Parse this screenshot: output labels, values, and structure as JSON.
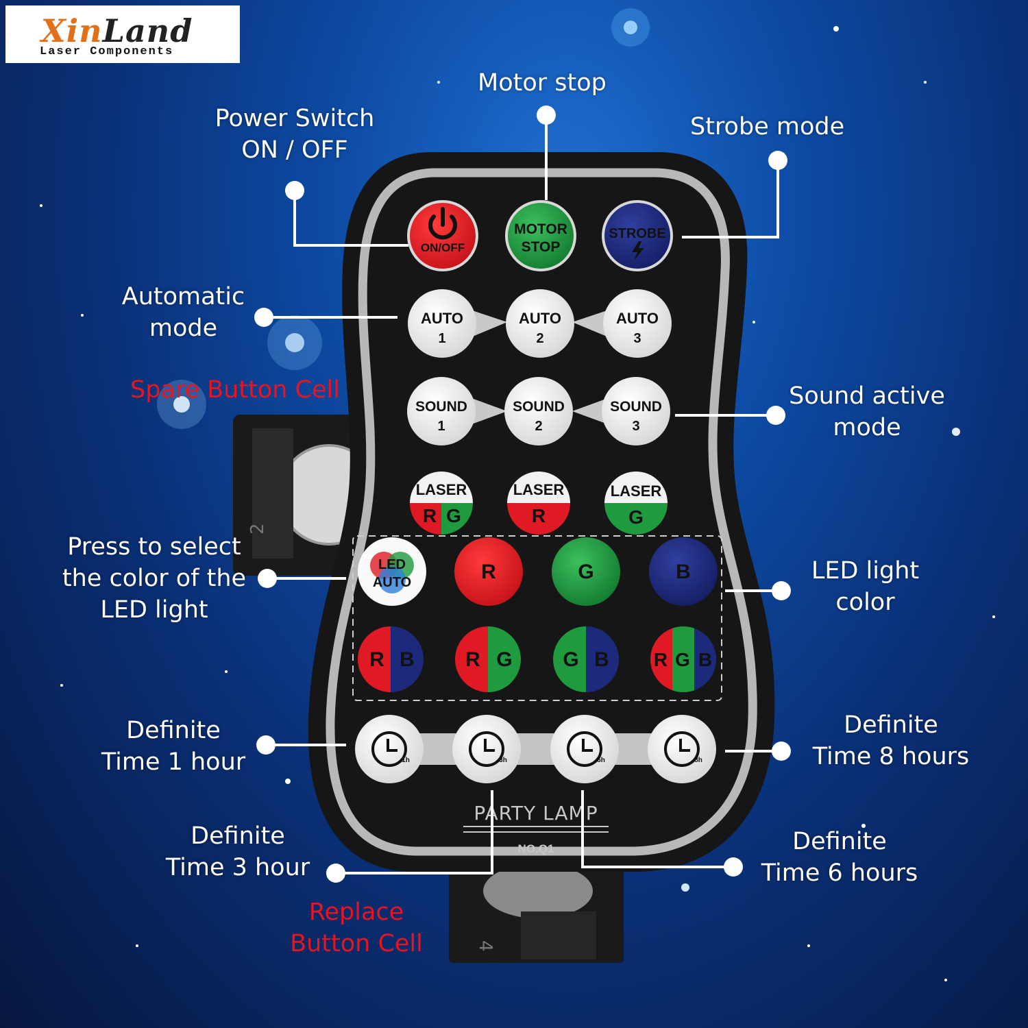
{
  "brand": {
    "name_x": "Xin",
    "name_rest": "Land",
    "subtitle": "Laser Components"
  },
  "labels": {
    "motor_stop": "Motor stop",
    "power_switch_1": "Power Switch",
    "power_switch_2": "ON / OFF",
    "strobe_mode": "Strobe mode",
    "automatic_1": "Automatic",
    "automatic_2": "mode",
    "spare_cell": "Spare Button Cell",
    "sound_active_1": "Sound active",
    "sound_active_2": "mode",
    "press_select_1": "Press to select",
    "press_select_2": "the color of the",
    "press_select_3": "LED light",
    "led_color_1": "LED light",
    "led_color_2": "color",
    "time1_1": "Definite",
    "time1_2": "Time 1 hour",
    "time8_1": "Definite",
    "time8_2": "Time 8 hours",
    "time3_1": "Definite",
    "time3_2": "Time 3 hour",
    "time6_1": "Definite",
    "time6_2": "Time 6 hours",
    "replace_1": "Replace",
    "replace_2": "Button Cell"
  },
  "remote": {
    "power_label": "ON/OFF",
    "motor_1": "MOTOR",
    "motor_2": "STOP",
    "strobe": "STROBE",
    "auto_word": "AUTO",
    "auto_nums": [
      "1",
      "2",
      "3"
    ],
    "sound_word": "SOUND",
    "sound_nums": [
      "1",
      "2",
      "3"
    ],
    "laser_word": "LASER",
    "laser_rg_r": "R",
    "laser_rg_g": "G",
    "laser_r": "R",
    "laser_g": "G",
    "led_1": "LED",
    "led_2": "AUTO",
    "color_r": "R",
    "color_g": "G",
    "color_b": "B",
    "mix_rb": [
      "R",
      "B"
    ],
    "mix_rg": [
      "R",
      "G"
    ],
    "mix_gb": [
      "G",
      "B"
    ],
    "mix_rgb": [
      "R",
      "G",
      "B"
    ],
    "timers": [
      "1h",
      "3h",
      "6h",
      "8h"
    ],
    "model_name": "PARTY LAMP",
    "model_no": "NO.Q1",
    "battery_digit_top": "2",
    "battery_digit_bottom": "4"
  },
  "colors": {
    "red": "#e01a24",
    "green": "#1f9a3e",
    "blue": "#1d2a7c",
    "label_red": "#e8141e"
  }
}
